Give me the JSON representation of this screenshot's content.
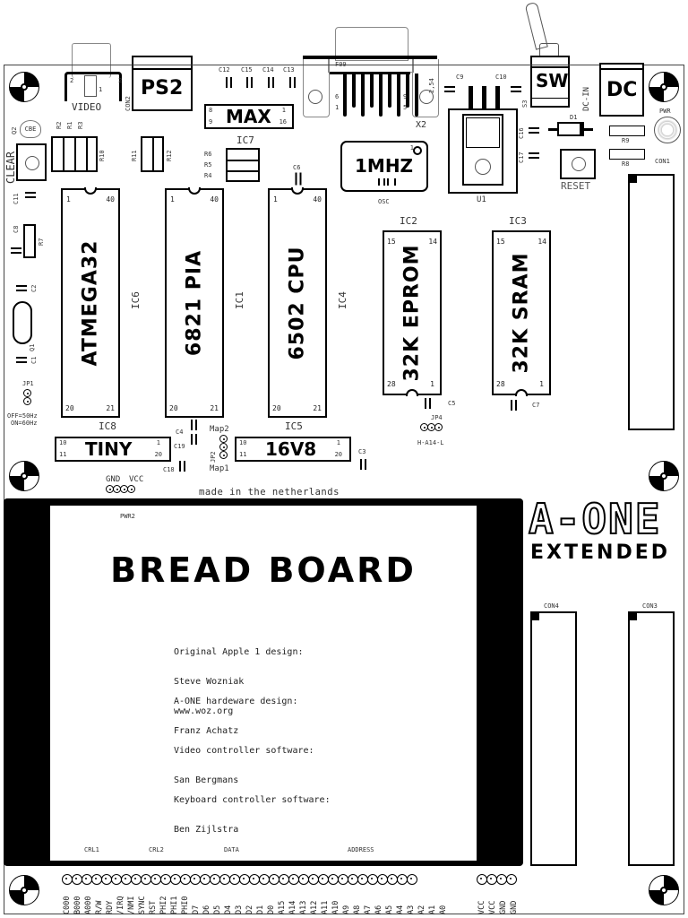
{
  "board": {
    "title": "A-ONE",
    "subtitle": "EXTENDED",
    "footer_note": "made in the netherlands"
  },
  "connectors_top": {
    "video": {
      "label": "VIDEO",
      "pin_left": "2",
      "pin_mid": "1",
      "pin_right": "2"
    },
    "ps2": {
      "label": "PS2",
      "ref": "CON2"
    },
    "db9": {
      "ref": "F09",
      "pins": [
        "6",
        "1",
        "9",
        "5"
      ],
      "pitch": "2,54",
      "ref2": "X2"
    },
    "switch": {
      "label": "SW",
      "ref": "S3"
    },
    "dc": {
      "label": "DC",
      "ref": "DC-IN"
    },
    "pwr_led": {
      "label": "PWR"
    }
  },
  "caps_top": [
    "C12",
    "C15",
    "C14",
    "C13"
  ],
  "max": {
    "label": "MAX",
    "pins": {
      "tl": "8",
      "bl": "9",
      "tr": "1",
      "br": "16"
    }
  },
  "resistors": {
    "r_group_a": [
      "R2",
      "R1",
      "R3"
    ],
    "r10": "R10",
    "r11": "R11",
    "r12": "R12",
    "r_stack": [
      "R6",
      "R5",
      "R4"
    ],
    "ic7": "IC7",
    "r9": "R9",
    "r8": "R8",
    "r7": "R7"
  },
  "misc_parts": {
    "q2": "Q2",
    "q2_pins": "CBE",
    "clear": "CLEAR",
    "reset": "RESET",
    "c6": "C6",
    "c9": "C9",
    "c10": "C10",
    "c16": "C16",
    "c17": "C17",
    "d1": "D1",
    "u1": "U1",
    "c11": "C11",
    "c8": "C8",
    "c2": "C2",
    "c1": "C1",
    "q1": "Q1",
    "jp1": "JP1",
    "jp1_note_1": "OFF=50Hz",
    "jp1_note_2": "ON=60Hz",
    "c4": "C4",
    "c19": "C19",
    "c18": "C18",
    "c3": "C3",
    "c5": "C5",
    "c7": "C7",
    "jp2": "JP2",
    "map2": "Map2",
    "map1": "Map1",
    "jp4": "JP4",
    "jp4_note": "H-A14-L",
    "gnd": "GND",
    "vcc": "VCC",
    "pwr2": "PWR2"
  },
  "osc": {
    "label": "1MHZ",
    "ref": "OSC",
    "pin": "1"
  },
  "ics": [
    {
      "ref": "IC6",
      "label": "ATMEGA32",
      "pins": [
        "1",
        "40",
        "20",
        "21"
      ]
    },
    {
      "ref": "IC1",
      "label": "6821 PIA",
      "pins": [
        "1",
        "40",
        "20",
        "21"
      ]
    },
    {
      "ref": "IC4",
      "label": "6502 CPU",
      "pins": [
        "1",
        "40",
        "20",
        "21"
      ]
    },
    {
      "ref": "IC2",
      "label": "32K EPROM",
      "pins": [
        "15",
        "14",
        "28",
        "1"
      ]
    },
    {
      "ref": "IC3",
      "label": "32K SRAM",
      "pins": [
        "15",
        "14",
        "28",
        "1"
      ]
    }
  ],
  "ic_bottom_refs": {
    "ic8": "IC8",
    "ic5": "IC5"
  },
  "small_ics": [
    {
      "label": "TINY",
      "pins": {
        "tl": "10",
        "bl": "11",
        "tr": "1",
        "br": "20"
      }
    },
    {
      "label": "16V8",
      "pins": {
        "tl": "10",
        "bl": "11",
        "tr": "1",
        "br": "20"
      }
    }
  ],
  "side_connectors": {
    "con1": "CON1",
    "con4": "CON4",
    "con3": "CON3"
  },
  "breadboard": {
    "title": "BREAD BOARD",
    "credits": [
      {
        "heading": "Original Apple 1 design:",
        "lines": [
          "Steve Wozniak",
          "www.woz.org"
        ]
      },
      {
        "heading": "A-ONE hardeware design:",
        "lines": [
          "Franz Achatz"
        ]
      },
      {
        "heading": "Video controller software:",
        "lines": [
          "San Bergmans"
        ]
      },
      {
        "heading": "Keyboard controller software:",
        "lines": [
          "Ben Zijlstra"
        ]
      }
    ],
    "sections": [
      "CRL1",
      "CRL2",
      "DATA",
      "ADDRESS"
    ]
  },
  "bus_pins": [
    "C000",
    "B000",
    "A000",
    "R/W",
    "RDY",
    "/IRQ",
    "/NMI",
    "SYNC",
    "RST",
    "PHI2",
    "PHI1",
    "PHI0",
    "D7",
    "D6",
    "D5",
    "D4",
    "D3",
    "D2",
    "D1",
    "D0",
    "A15",
    "A14",
    "A13",
    "A12",
    "A11",
    "A10",
    "A9",
    "A8",
    "A7",
    "A6",
    "A5",
    "A4",
    "A3",
    "A2",
    "A1",
    "A0"
  ],
  "power_pins": [
    "VCC",
    "VCC",
    "GND",
    "GND"
  ]
}
